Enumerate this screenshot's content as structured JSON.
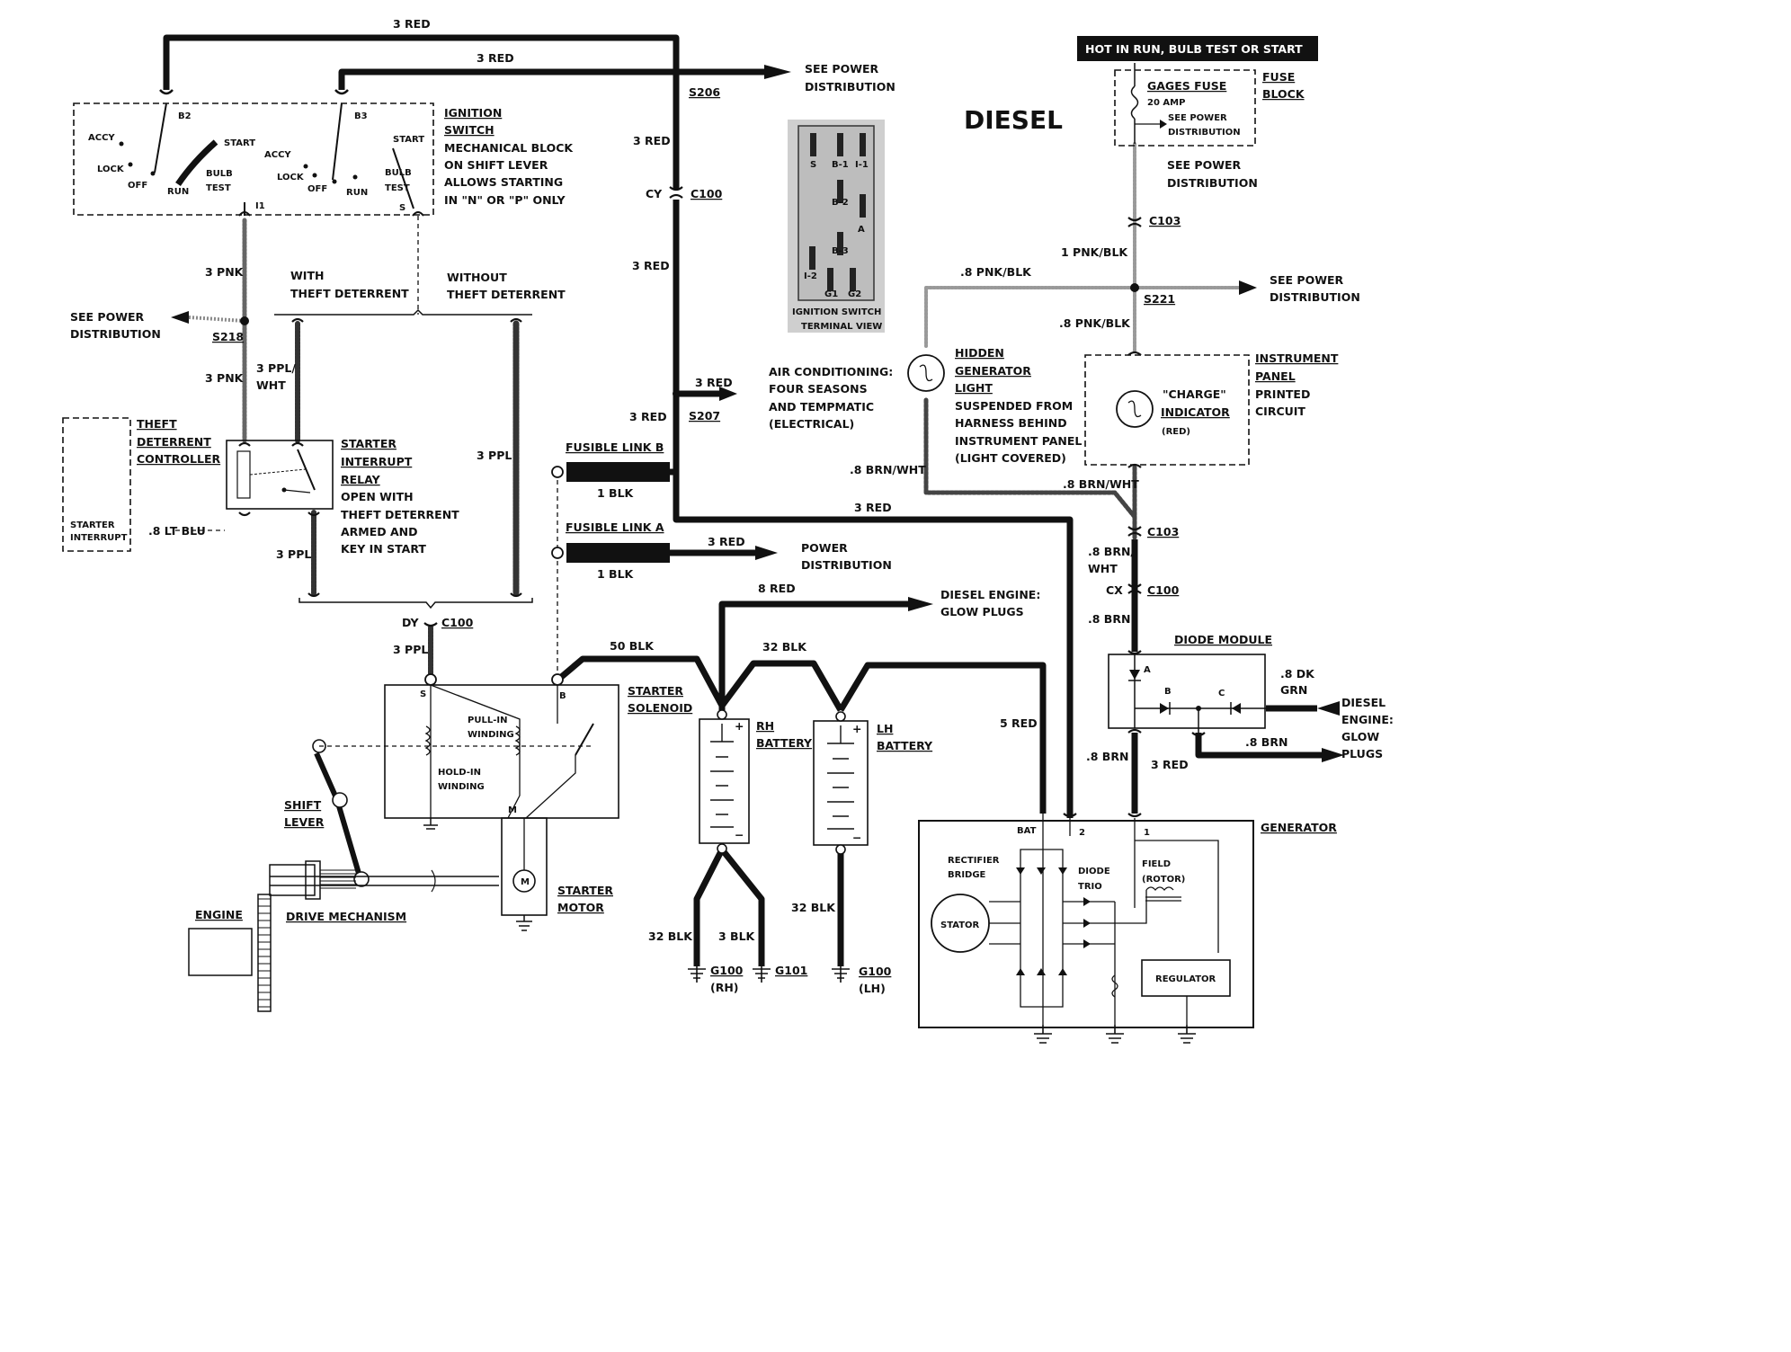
{
  "title": "DIESEL",
  "hot_banner": "HOT IN RUN,   BULB TEST OR START",
  "wires": {
    "top_3red_a": "3 RED",
    "top_3red_b": "3 RED",
    "red_c100_upper": "3 RED",
    "red_c100_lower": "3 RED",
    "red_ac": "3 RED",
    "red_s207": "3 RED",
    "red_gen": "3 RED",
    "red_power": "3 RED",
    "red_8": "8 RED",
    "red_5": "5 RED",
    "red_gen_lower": "3 RED",
    "pnk_upper": "3 PNK",
    "pnk_lower": "3 PNK",
    "ppl_wht_a": "3 PPL/",
    "ppl_wht_b": "WHT",
    "ppl_right": "3 PPL",
    "ppl_lower": "3 PPL",
    "ppl_solenoid": "3 PPL",
    "lt_blu": ".8 LT BLU",
    "blk_b": "1 BLK",
    "blk_a": "1 BLK",
    "blk_50": "50 BLK",
    "blk_32_top": "32 BLK",
    "blk_32_rh": "32 BLK",
    "blk_3": "3 BLK",
    "blk_32_lh": "32 BLK",
    "pnk_blk_1": "1 PNK/BLK",
    "pnk_blk_8a": ".8 PNK/BLK",
    "pnk_blk_8b": ".8 PNK/BLK",
    "brn_wht_a": ".8 BRN/WHT",
    "brn_wht_b": ".8 BRN/WHT",
    "brn_wht_c1": ".8 BRN/",
    "brn_wht_c2": "WHT",
    "brn_1": ".8 BRN",
    "brn_2": ".8 BRN",
    "brn_3": ".8 BRN",
    "dk_grn_1": ".8 DK",
    "dk_grn_2": "GRN"
  },
  "connectors": {
    "s206": "S206",
    "s207": "S207",
    "s218": "S218",
    "s221": "S221",
    "c100_top": "C100",
    "cy": "CY",
    "c100_dy": "C100",
    "dy": "DY",
    "c100_cx": "C100",
    "cx": "CX",
    "c103_top": "C103",
    "c103_mid": "C103",
    "g100_rh": "G100",
    "g100_rh_sub": "(RH)",
    "g101": "G101",
    "g100_lh": "G100",
    "g100_lh_sub": "(LH)"
  },
  "ignition": {
    "title1": "IGNITION",
    "title2": "SWITCH",
    "note1": "MECHANICAL BLOCK",
    "note2": "ON SHIFT LEVER",
    "note3": "ALLOWS STARTING",
    "note4": "IN \"N\" OR \"P\" ONLY",
    "accy": "ACCY",
    "lock": "LOCK",
    "off": "OFF",
    "run": "RUN",
    "start": "START",
    "bulb": "BULB",
    "test": "TEST",
    "b2": "B2",
    "b3": "B3",
    "i1": "I1",
    "s": "S"
  },
  "terminal_view": {
    "s": "S",
    "b1": "B-1",
    "i1": "I-1",
    "b2": "B-2",
    "a": "A",
    "b3": "B-3",
    "i2": "I-2",
    "g1": "G1",
    "g2": "G2",
    "cap1": "IGNITION SWITCH",
    "cap2": "TERMINAL VIEW"
  },
  "labels": {
    "see_power_s206_1": "SEE POWER",
    "see_power_s206_2": "DISTRIBUTION",
    "see_power_s218_1": "SEE POWER",
    "see_power_s218_2": "DISTRIBUTION",
    "see_power_fuse_1": "SEE POWER",
    "see_power_fuse_2": "DISTRIBUTION",
    "see_power_s221_1": "SEE POWER",
    "see_power_s221_2": "DISTRIBUTION",
    "fuse_inner_1": "SEE POWER",
    "fuse_inner_2": "DISTRIBUTION",
    "with_theft_1": "WITH",
    "with_theft_2": "THEFT DETERRENT",
    "without_theft_1": "WITHOUT",
    "without_theft_2": "THEFT DETERRENT",
    "theft_ctrl_1": "THEFT",
    "theft_ctrl_2": "DETERRENT",
    "theft_ctrl_3": "CONTROLLER",
    "starter_int_1": "STARTER",
    "starter_int_2": "INTERRUPT",
    "relay_1": "STARTER",
    "relay_2": "INTERRUPT",
    "relay_3": "RELAY",
    "relay_4": "OPEN WITH",
    "relay_5": "THEFT DETERRENT",
    "relay_6": "ARMED AND",
    "relay_7": "KEY IN START",
    "fusible_b": "FUSIBLE LINK B",
    "fusible_a": "FUSIBLE LINK A",
    "power_dist_1": "POWER",
    "power_dist_2": "DISTRIBUTION",
    "ac_1": "AIR CONDITIONING:",
    "ac_2": "FOUR SEASONS",
    "ac_3": "AND TEMPMATIC",
    "ac_4": "(ELECTRICAL)",
    "glow_1": "DIESEL ENGINE:",
    "glow_2": "GLOW PLUGS",
    "glow_r1": "DIESEL",
    "glow_r2": "ENGINE:",
    "glow_r3": "GLOW",
    "glow_r4": "PLUGS",
    "hidden_1": "HIDDEN",
    "hidden_2": "GENERATOR",
    "hidden_3": "LIGHT",
    "hidden_4": "SUSPENDED FROM",
    "hidden_5": "HARNESS BEHIND",
    "hidden_6": "INSTRUMENT PANEL",
    "hidden_7": "(LIGHT COVERED)",
    "gages_fuse": "GAGES FUSE",
    "amp": "20 AMP",
    "fuse_block_1": "FUSE",
    "fuse_block_2": "BLOCK",
    "ip_1": "INSTRUMENT",
    "ip_2": "PANEL",
    "ip_3": "PRINTED",
    "ip_4": "CIRCUIT",
    "charge": "\"CHARGE\"",
    "indicator": "INDICATOR",
    "red": "(RED)",
    "diode_module": "DIODE MODULE",
    "diode_a": "A",
    "diode_b": "B",
    "diode_c": "C",
    "solenoid_1": "STARTER",
    "solenoid_2": "SOLENOID",
    "pullin_1": "PULL-IN",
    "pullin_2": "WINDING",
    "holdin_1": "HOLD-IN",
    "holdin_2": "WINDING",
    "sol_s": "S",
    "sol_b": "B",
    "sol_m": "M",
    "motor_1": "STARTER",
    "motor_2": "MOTOR",
    "motor_m": "M",
    "shift_1": "SHIFT",
    "shift_2": "LEVER",
    "engine": "ENGINE",
    "drive": "DRIVE MECHANISM",
    "rh_1": "RH",
    "rh_2": "BATTERY",
    "lh_1": "LH",
    "lh_2": "BATTERY",
    "plus": "+",
    "minus": "−",
    "generator": "GENERATOR",
    "bat": "BAT",
    "gen_2": "2",
    "gen_1": "1",
    "rect_1": "RECTIFIER",
    "rect_2": "BRIDGE",
    "diode_trio_1": "DIODE",
    "diode_trio_2": "TRIO",
    "field_1": "FIELD",
    "field_2": "(ROTOR)",
    "stator": "STATOR",
    "regulator": "REGULATOR"
  }
}
